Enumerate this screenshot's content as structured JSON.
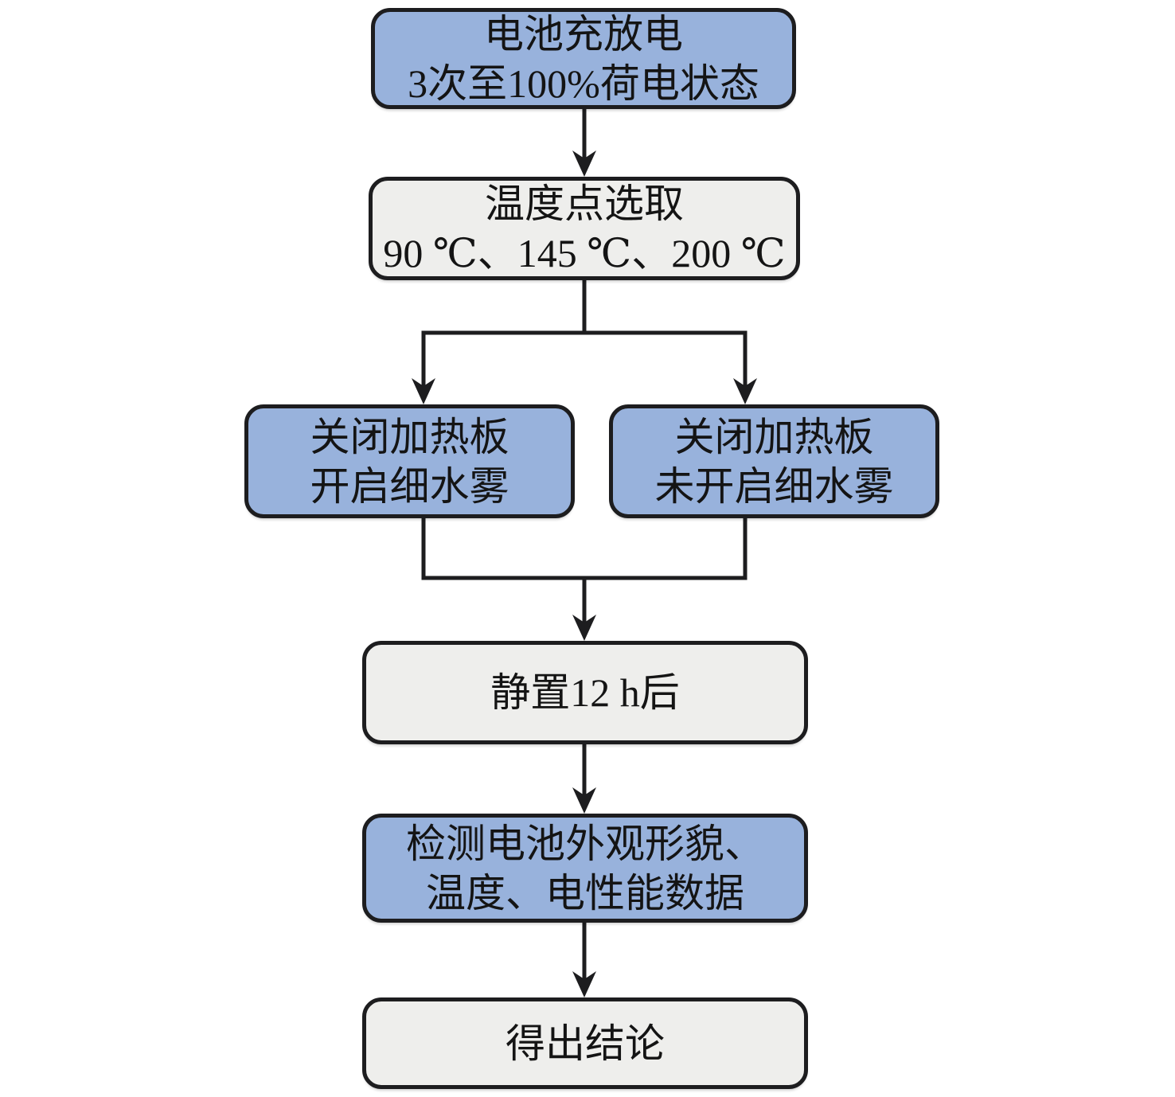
{
  "page": {
    "background": "#ffffff"
  },
  "colors": {
    "node_blue": "#98b2dc",
    "node_gray": "#eeeeec",
    "stroke": "#1d1d1f",
    "text": "#141414"
  },
  "nodes": {
    "charge": {
      "line1": "电池充放电",
      "line2": "3次至100%荷电状态"
    },
    "temp_select": {
      "line1": "温度点选取",
      "line2": "90 ℃、145 ℃、200 ℃"
    },
    "mist_on": {
      "line1": "关闭加热板",
      "line2": "开启细水雾"
    },
    "mist_off": {
      "line1": "关闭加热板",
      "line2": "未开启细水雾"
    },
    "rest": {
      "line1": "静置12 h后"
    },
    "inspect": {
      "line1": "检测电池外观形貌、",
      "line2": "温度、电性能数据"
    },
    "conclude": {
      "line1": "得出结论"
    }
  }
}
